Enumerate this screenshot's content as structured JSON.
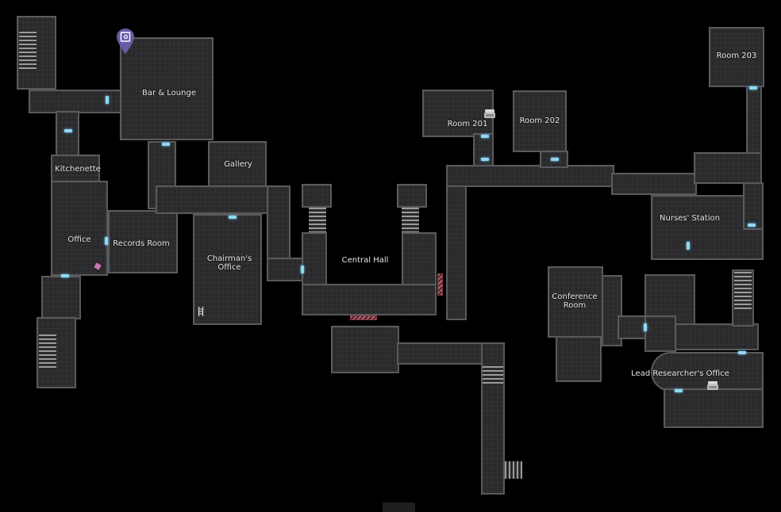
{
  "map": {
    "title": "Floor Map",
    "background_color": "#000000",
    "room_fill": "#2a2a2c",
    "wall_color": "#5a5a5c",
    "door_color": "#8fd8f0",
    "locked_door_color": "#c45a6c",
    "marker_color": "#6a5aa8"
  },
  "rooms": [
    {
      "id": "bar-lounge",
      "label": "Bar & Lounge"
    },
    {
      "id": "kitchenette",
      "label": "Kitchenette"
    },
    {
      "id": "gallery",
      "label": "Gallery"
    },
    {
      "id": "office",
      "label": "Office"
    },
    {
      "id": "records-room",
      "label": "Records Room"
    },
    {
      "id": "chairmans-office",
      "label": "Chairman's\nOffice",
      "line1": "Chairman's",
      "line2": "Office"
    },
    {
      "id": "central-hall",
      "label": "Central Hall"
    },
    {
      "id": "room-201",
      "label": "Room 201"
    },
    {
      "id": "room-202",
      "label": "Room 202"
    },
    {
      "id": "room-203",
      "label": "Room 203"
    },
    {
      "id": "nurses-station",
      "label": "Nurses' Station"
    },
    {
      "id": "conference-room",
      "label": "Conference\nRoom",
      "line1": "Conference",
      "line2": "Room"
    },
    {
      "id": "lead-researchers-office",
      "label": "Lead Researcher's Office"
    }
  ],
  "markers": [
    {
      "id": "safe-marker",
      "type": "safe-icon",
      "room": "bar-lounge",
      "color": "#6a5aa8"
    }
  ],
  "items": [
    {
      "id": "item-room-201",
      "type": "typewriter-icon",
      "room": "room-201"
    },
    {
      "id": "item-lead-researcher",
      "type": "typewriter-icon",
      "room": "lead-researchers-office"
    },
    {
      "id": "item-office",
      "type": "gem-icon",
      "room": "office",
      "color": "#c878b0"
    },
    {
      "id": "item-chairman",
      "type": "ladder-icon",
      "room": "chairmans-office"
    }
  ]
}
